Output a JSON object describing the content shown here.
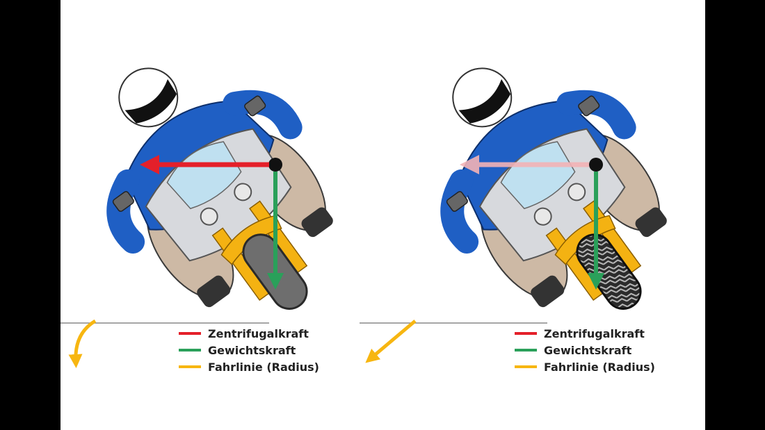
{
  "legend": {
    "items": [
      {
        "label": "Zentrifugalkraft",
        "color": "#e4202a"
      },
      {
        "label": "Gewichtskraft",
        "color": "#2aa05a"
      },
      {
        "label": "Fahrlinie (Radius)",
        "color": "#f7b611"
      }
    ]
  },
  "colors": {
    "jacket": "#1f5fc4",
    "fairing": "#d7d9dd",
    "fork": "#f4b212",
    "pants": "#cdb9a5",
    "helmet": "#ffffff",
    "background": "#ffffff",
    "frame": "#000000"
  },
  "panels": [
    {
      "side": "left",
      "tire": "slick",
      "centrifugal_arrow": "solid"
    },
    {
      "side": "right",
      "tire": "treaded",
      "centrifugal_arrow": "faded"
    }
  ]
}
